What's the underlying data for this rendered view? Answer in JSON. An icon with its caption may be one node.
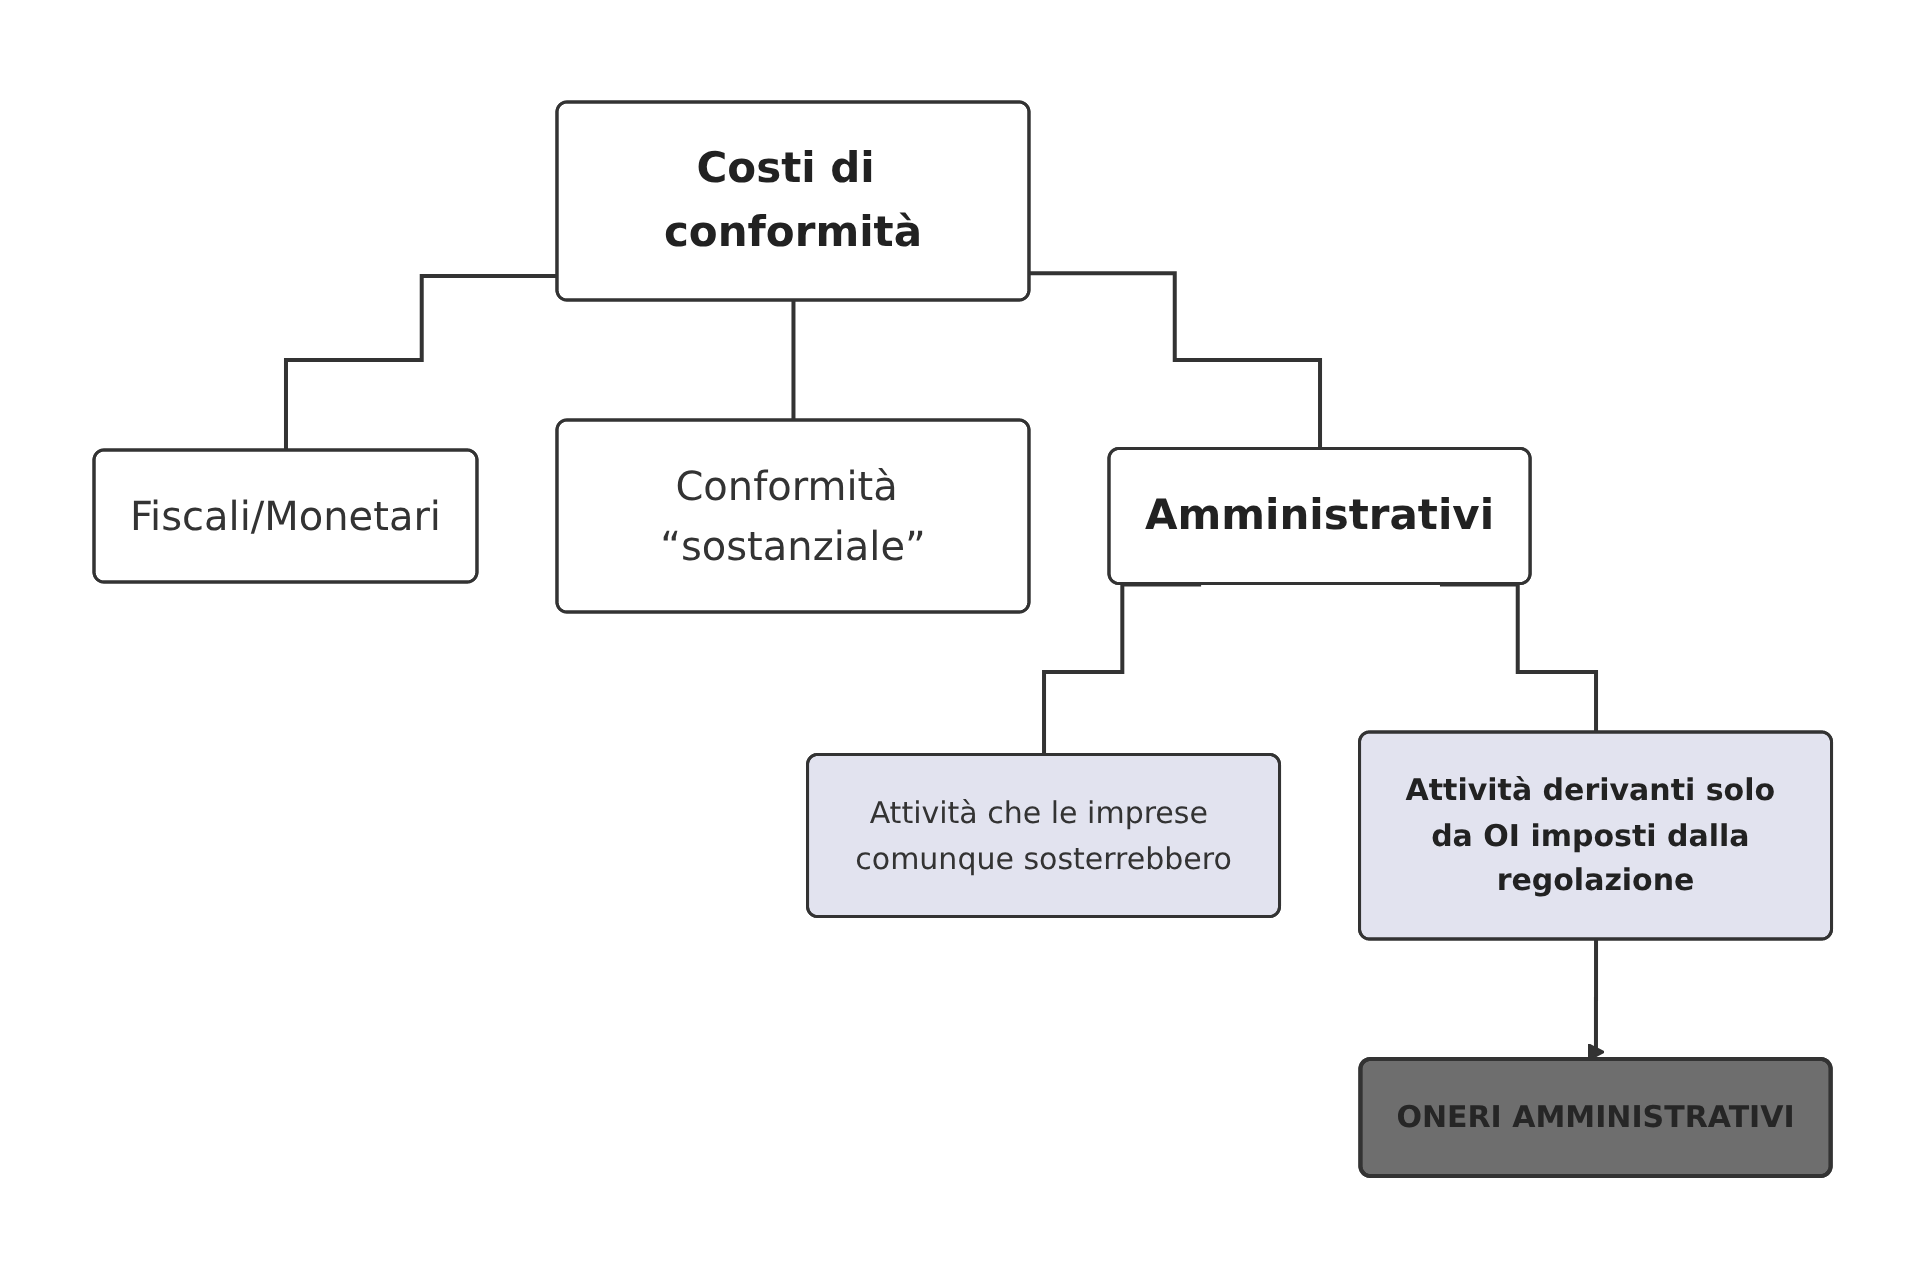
{
  "diagram": {
    "nodes": [
      {
        "text": [
          "Costi di conformità"
        ]
      },
      {
        "text": [
          "Fiscali/Monetari"
        ]
      },
      {
        "text": [
          "Conformità “sostanziale”"
        ]
      },
      {
        "text": [
          "Amministrativi"
        ]
      },
      {
        "text": [
          "Attività che le imprese comunque sosterrebbero"
        ]
      },
      {
        "text": [
          "Attività derivanti solo da OI imposti dalla regolazione"
        ]
      },
      {
        "text": [
          "ONERI AMMINISTRATIVI"
        ]
      }
    ],
    "edges": [
      {
        "from": 0,
        "to": 1,
        "arrow": "none"
      },
      {
        "from": 0,
        "to": 2,
        "arrow": "none"
      },
      {
        "from": 0,
        "to": 3,
        "arrow": "none"
      },
      {
        "from": 3,
        "to": 4,
        "arrow": "none"
      },
      {
        "from": 3,
        "to": 5,
        "arrow": "none"
      },
      {
        "from": 5,
        "to": 6,
        "arrow": "to"
      }
    ]
  }
}
